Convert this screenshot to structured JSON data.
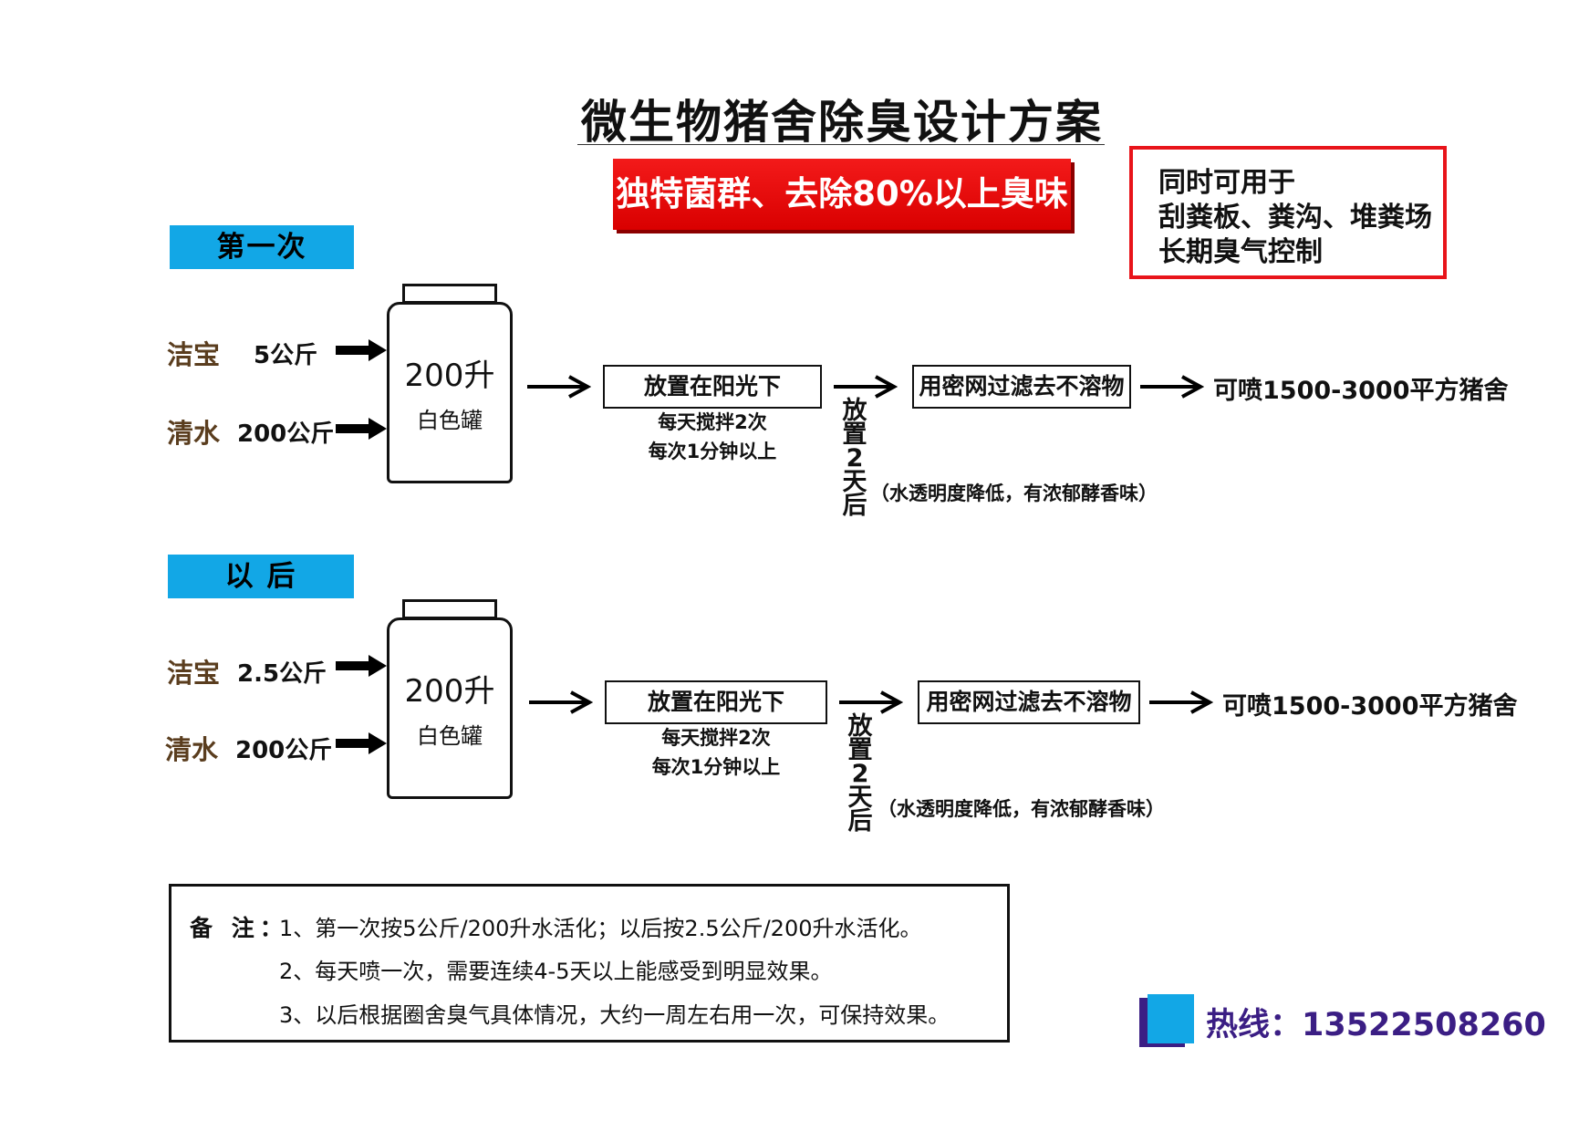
{
  "title": "微生物猪舍除臭设计方案",
  "banner": "独特菌群、去除80%以上臭味",
  "note_box": {
    "lines": [
      "同时可用于",
      "刮粪板、粪沟、堆粪场",
      "长期臭气控制"
    ]
  },
  "sections": [
    {
      "label": "第一次",
      "inputs": [
        {
          "name": "洁宝",
          "amount": "5公斤"
        },
        {
          "name": "清水",
          "amount": "200公斤"
        }
      ],
      "tank": {
        "volume": "200升",
        "color": "白色罐"
      },
      "step1": {
        "label": "放置在阳光下",
        "sub": [
          "每天搅拌2次",
          "每次1分钟以上"
        ]
      },
      "wait": "放置2天后",
      "wait_note": "（水透明度降低，有浓郁酵香味）",
      "step2": {
        "label": "用密网过滤去不溶物"
      },
      "result": "可喷1500-3000平方猪舍"
    },
    {
      "label": "以 后",
      "inputs": [
        {
          "name": "洁宝",
          "amount": "2.5公斤"
        },
        {
          "name": "清水",
          "amount": "200公斤"
        }
      ],
      "tank": {
        "volume": "200升",
        "color": "白色罐"
      },
      "step1": {
        "label": "放置在阳光下",
        "sub": [
          "每天搅拌2次",
          "每次1分钟以上"
        ]
      },
      "wait": "放置2天后",
      "wait_note": "（水透明度降低，有浓郁酵香味）",
      "step2": {
        "label": "用密网过滤去不溶物"
      },
      "result": "可喷1500-3000平方猪舍"
    }
  ],
  "remarks": {
    "label": "备  注：",
    "items": [
      "1、第一次按5公斤/200升水活化；以后按2.5公斤/200升水活化。",
      "2、每天喷一次，需要连续4-5天以上能感受到明显效果。",
      "3、以后根据圈舍臭气具体情况，大约一周左右用一次，可保持效果。"
    ]
  },
  "hotline": "热线：13522508260",
  "colors": {
    "banner_red": "#e8141a",
    "section_blue": "#12a7e6",
    "ingredient_brown": "#5a3d1e",
    "hotline_purple": "#3b1e84",
    "logo_square_blue": "#12a7e6",
    "logo_square_purple": "#3b1e84"
  }
}
